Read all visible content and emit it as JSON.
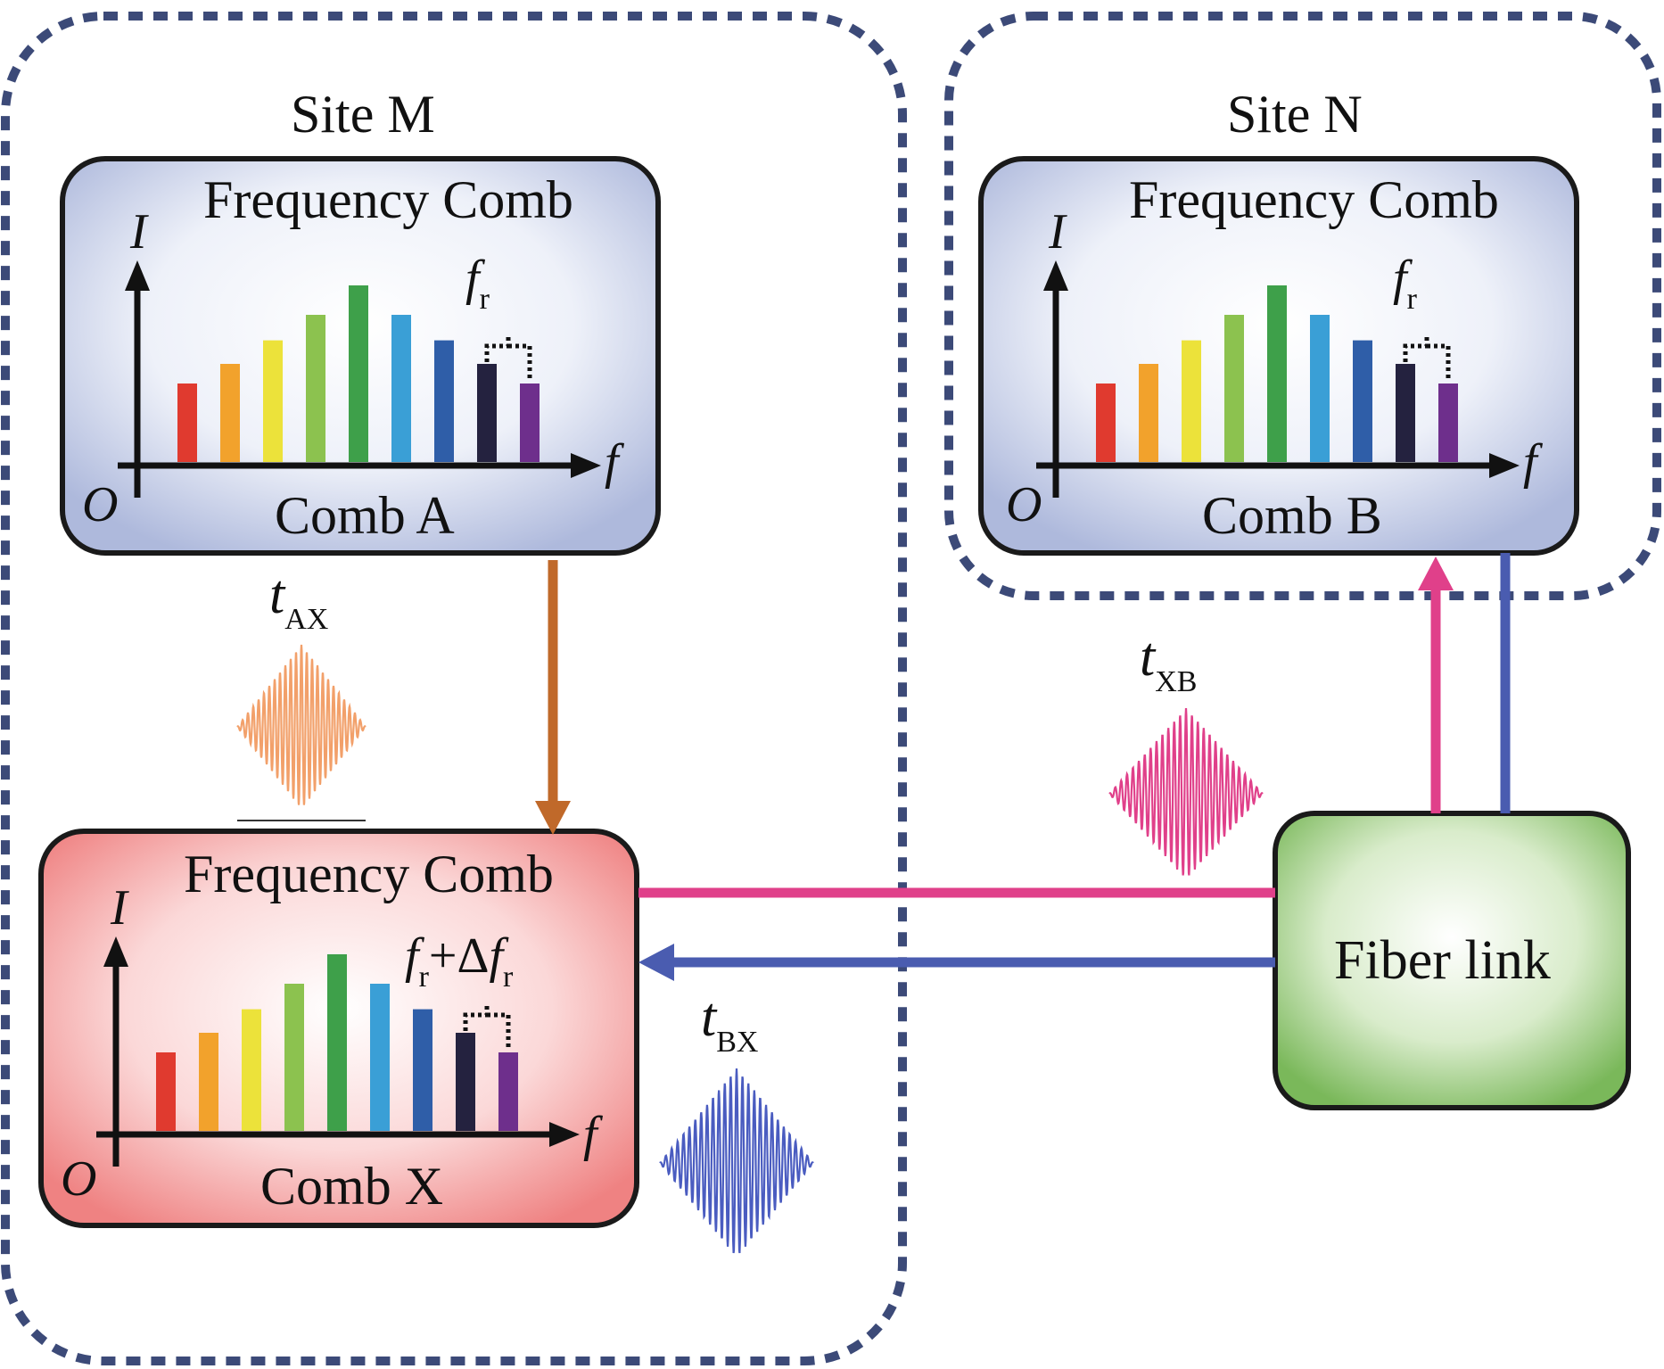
{
  "sites": [
    {
      "label": "Site M"
    },
    {
      "label": "Site N"
    }
  ],
  "combs": [
    {
      "title": "Frequency Comb",
      "name": "Comb A",
      "y_axis": "I",
      "x_axis": "f",
      "origin": "O",
      "spacing_label": "f",
      "spacing_sub": "r"
    },
    {
      "title": "Frequency Comb",
      "name": "Comb B",
      "y_axis": "I",
      "x_axis": "f",
      "origin": "O",
      "spacing_label": "f",
      "spacing_sub": "r"
    },
    {
      "title": "Frequency Comb",
      "name": "Comb X",
      "y_axis": "I",
      "x_axis": "f",
      "origin": "O",
      "spacing_label": "f",
      "spacing_sub": "r",
      "spacing_extra": "+Δ",
      "spacing_extra_f": "f",
      "spacing_extra_sub": "r"
    }
  ],
  "line_colors": [
    "#e03a2f",
    "#f2a22c",
    "#ece23a",
    "#8cc24f",
    "#3ea04a",
    "#3a9fd6",
    "#2f5ea8",
    "#24223f",
    "#6e2f8c"
  ],
  "delays": [
    {
      "t": "t",
      "sub": "AX",
      "color": "#f2a06a"
    },
    {
      "t": "t",
      "sub": "XB",
      "color": "#e0408a"
    },
    {
      "t": "t",
      "sub": "BX",
      "color": "#4a5cc0"
    }
  ],
  "fiber": {
    "label": "Fiber link"
  },
  "colors": {
    "dashed_border": "#3c4a78",
    "comb_box_blue": "#c5cde8",
    "comb_box_red": "#f28c8c",
    "fiber_box": "#8cc46a",
    "arrow_brown": "#c0692a",
    "arrow_pink": "#e0408a",
    "arrow_blue": "#4a5cb0"
  }
}
